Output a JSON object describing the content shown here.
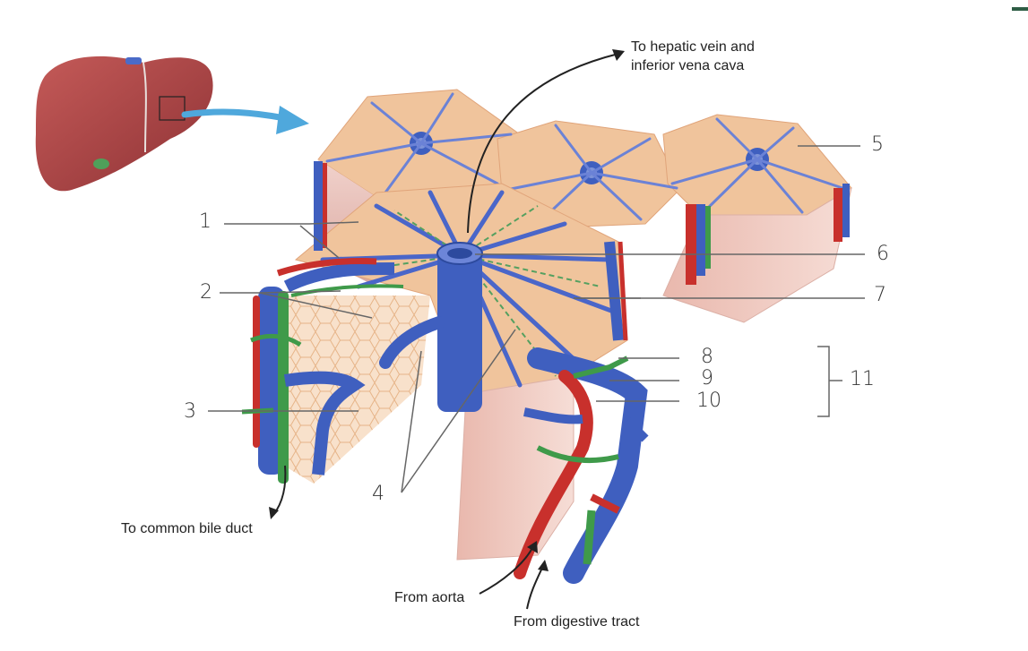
{
  "captions": {
    "hepatic_vein": [
      "To hepatic vein and",
      "inferior vena cava"
    ],
    "bile_duct": "To common bile duct",
    "aorta": "From aorta",
    "digestive": "From digestive tract"
  },
  "labels": [
    "1",
    "2",
    "3",
    "4",
    "5",
    "6",
    "7",
    "8",
    "9",
    "10",
    "11"
  ],
  "colors": {
    "vein": "#3f5fbf",
    "artery": "#c8302c",
    "bile": "#3f9a4a",
    "parenchyma": "#f2c9a1",
    "liver": "#b5494a",
    "pointer": "#4fa8dc"
  }
}
